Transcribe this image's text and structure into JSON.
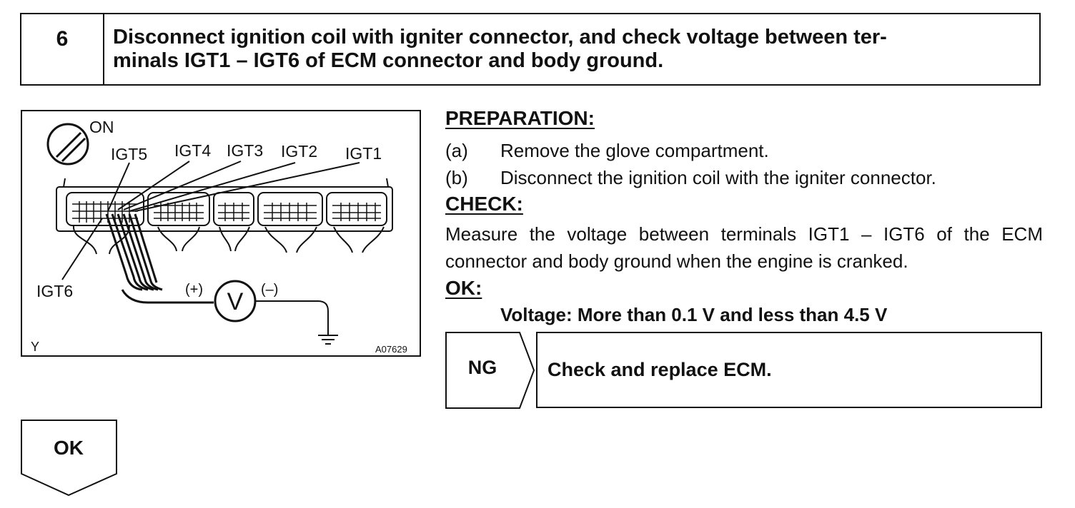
{
  "step": {
    "number": "6",
    "title_line1": "Disconnect ignition coil with igniter connector, and check voltage between ter-",
    "title_line2": "minals IGT1 – IGT6 of ECM connector and body ground."
  },
  "diagram": {
    "switch_label": "ON",
    "terminal_labels": [
      "IGT5",
      "IGT4",
      "IGT3",
      "IGT2",
      "IGT1",
      "IGT6"
    ],
    "meter_symbol": "V",
    "plus_label": "(+)",
    "minus_label": "(–)",
    "corner_label": "Y",
    "figure_code": "A07629"
  },
  "preparation": {
    "heading": "PREPARATION:",
    "steps": [
      {
        "label": "(a)",
        "text": "Remove the glove compartment."
      },
      {
        "label": "(b)",
        "text": "Disconnect the ignition coil with the igniter connector."
      }
    ]
  },
  "check": {
    "heading": "CHECK:",
    "text": "Measure the voltage between terminals IGT1 – IGT6 of the ECM connector and body ground when the engine is cranked."
  },
  "ok_spec": {
    "heading": "OK:",
    "text": "Voltage: More than 0.1 V and less than 4.5 V"
  },
  "ng": {
    "label": "NG",
    "action": "Check and replace ECM."
  },
  "ok_flow": {
    "label": "OK"
  }
}
